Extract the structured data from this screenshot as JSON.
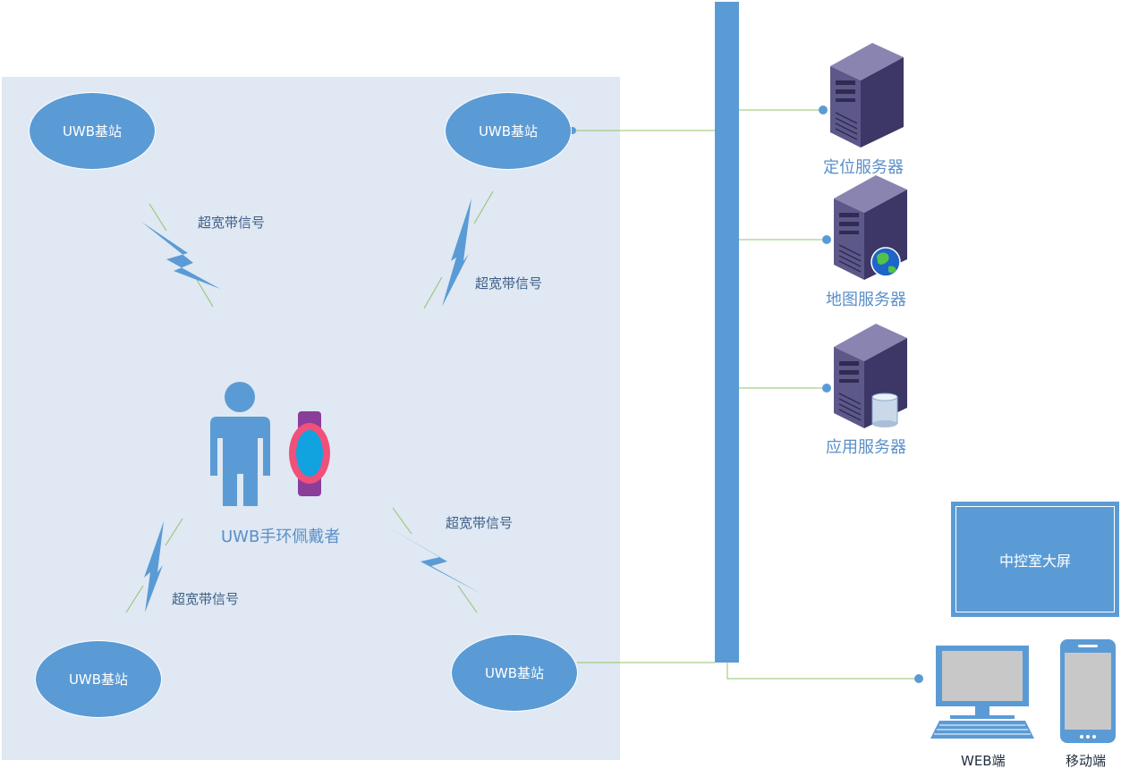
{
  "base_stations": [
    {
      "label": "UWB基站"
    },
    {
      "label": "UWB基站"
    },
    {
      "label": "UWB基站"
    },
    {
      "label": "UWB基站"
    }
  ],
  "signals": [
    {
      "label": "超宽带信号"
    },
    {
      "label": "超宽带信号"
    },
    {
      "label": "超宽带信号"
    },
    {
      "label": "超宽带信号"
    }
  ],
  "wearer": {
    "label": "UWB手环佩戴者"
  },
  "servers": [
    {
      "label": "定位服务器",
      "badge": "none"
    },
    {
      "label": "地图服务器",
      "badge": "globe-icon"
    },
    {
      "label": "应用服务器",
      "badge": "database-icon"
    }
  ],
  "big_screen": {
    "label": "中控室大屏"
  },
  "devices": {
    "web": {
      "label": "WEB端"
    },
    "mobile": {
      "label": "移动端"
    }
  },
  "colors": {
    "zone": "#dfe8f3",
    "accent": "#5b9bd5",
    "connector": "#8fc46a",
    "server": "#4a4570",
    "band_strap": "#8b3d9a",
    "band_ring": "#f0507a",
    "band_face": "#10a3e0"
  }
}
